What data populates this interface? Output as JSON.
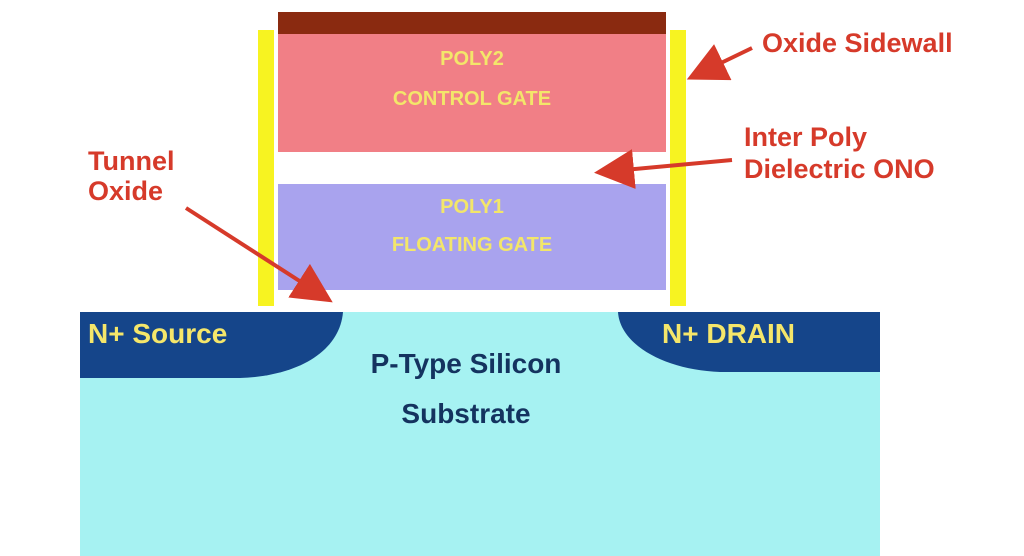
{
  "diagram": {
    "poly2_label": "POLY2",
    "control_gate_label": "CONTROL GATE",
    "poly1_label": "POLY1",
    "floating_gate_label": "FLOATING GATE",
    "oxide_sidewall_label": "Oxide Sidewall",
    "inter_poly_label_line1": "Inter Poly",
    "inter_poly_label_line2": "Dielectric ONO",
    "tunnel_oxide_line1": "Tunnel",
    "tunnel_oxide_line2": "Oxide",
    "source_label": "N+ Source",
    "drain_label": "N+ DRAIN",
    "substrate_line1": "P-Type Silicon",
    "substrate_line2": "Substrate"
  },
  "colors": {
    "gate_cap": "#8a2a10",
    "control_gate": "#f17f86",
    "floating_gate": "#a9a3ee",
    "sidewall": "#f7f321",
    "substrate": "#a6f2f2",
    "n_plus": "#15458a",
    "callout": "#d63a2a",
    "gate_text": "#f3e66a",
    "substrate_text": "#14335f",
    "n_plus_text": "#f5e66a"
  }
}
